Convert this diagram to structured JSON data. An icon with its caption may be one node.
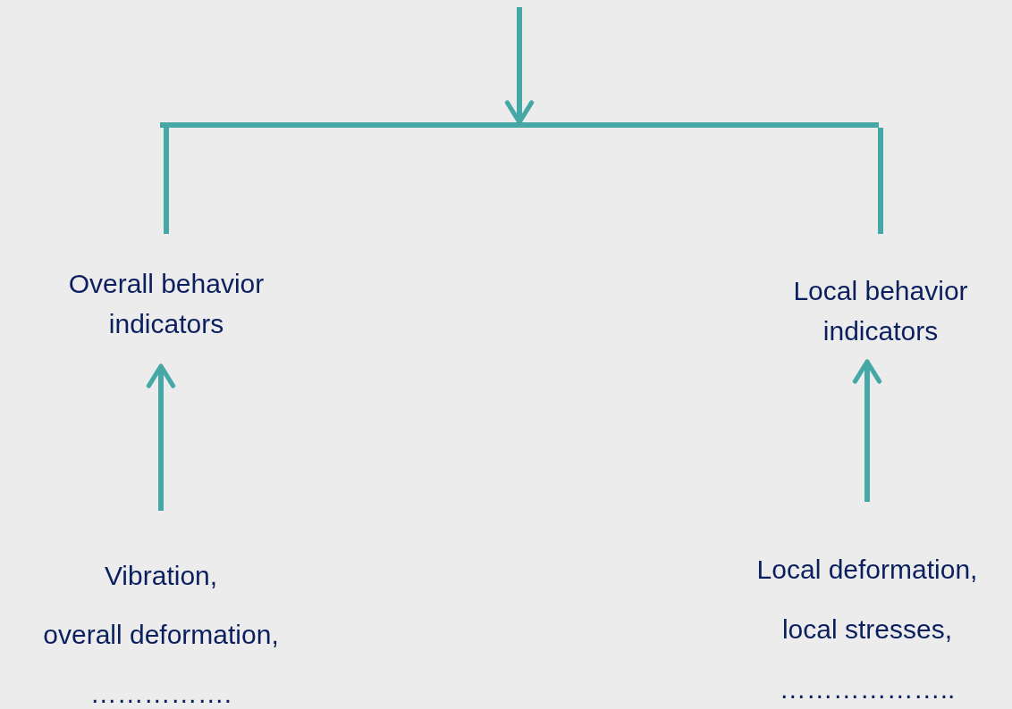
{
  "diagram": {
    "nodes": [
      {
        "text": [],
        "shape": "bar"
      },
      {
        "text": [
          "Overall behavior indicators"
        ]
      },
      {
        "text": [
          "Local behavior indicators"
        ]
      },
      {
        "text": [
          "Vibration,",
          "overall deformation,",
          "……………."
        ]
      },
      {
        "text": [
          "Local deformation,",
          "local stresses,",
          "……………….."
        ]
      }
    ],
    "edges": [
      {
        "from": null,
        "to": 0,
        "arrow": "to"
      },
      {
        "from": 0,
        "to": 1,
        "arrow": "none"
      },
      {
        "from": 0,
        "to": 2,
        "arrow": "none"
      },
      {
        "from": 3,
        "to": 1,
        "arrow": "to"
      },
      {
        "from": 4,
        "to": 2,
        "arrow": "to"
      }
    ]
  }
}
